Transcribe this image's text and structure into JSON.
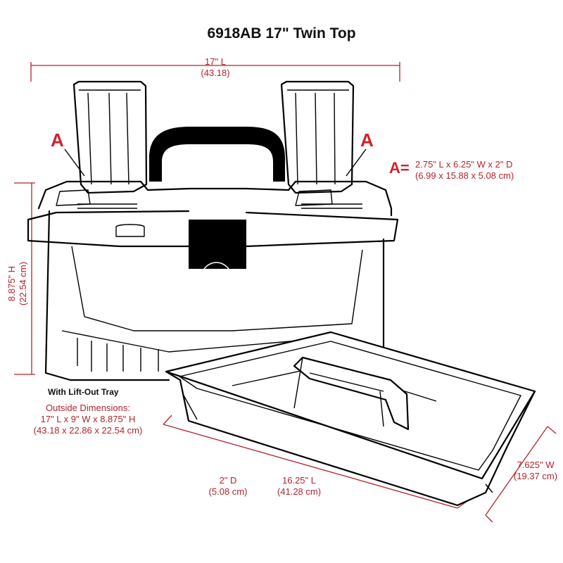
{
  "title": "6918AB 17\" Twin Top",
  "dimensions": {
    "length_top": {
      "imperial": "17\" L",
      "metric": "(43.18)"
    },
    "height_left": {
      "imperial": "8.875\" H",
      "metric": "(22.54 cm)"
    },
    "compartment": {
      "label": "A",
      "equals_label": "A=",
      "imperial": "2.75\" L x 6.25\" W x 2\" D",
      "metric": "(6.99 x  15.88 x 5.08 cm)"
    },
    "tray_depth": {
      "imperial": "2\" D",
      "metric": "(5.08 cm)"
    },
    "tray_length": {
      "imperial": "16.25\" L",
      "metric": "(41.28 cm)"
    },
    "tray_width": {
      "imperial": "7.625\" W",
      "metric": "(19.37 cm)"
    }
  },
  "caption": "With Lift-Out Tray",
  "outside_dimensions": {
    "heading": "Outside Dimensions:",
    "imperial": "17\" L x 9\" W x 8.875\" H",
    "metric": "(43.18 x 22.86 x 22.54 cm)"
  },
  "colors": {
    "accent": "#d0212b",
    "dimension_text": "#b3232b",
    "line_art": "#000000"
  }
}
